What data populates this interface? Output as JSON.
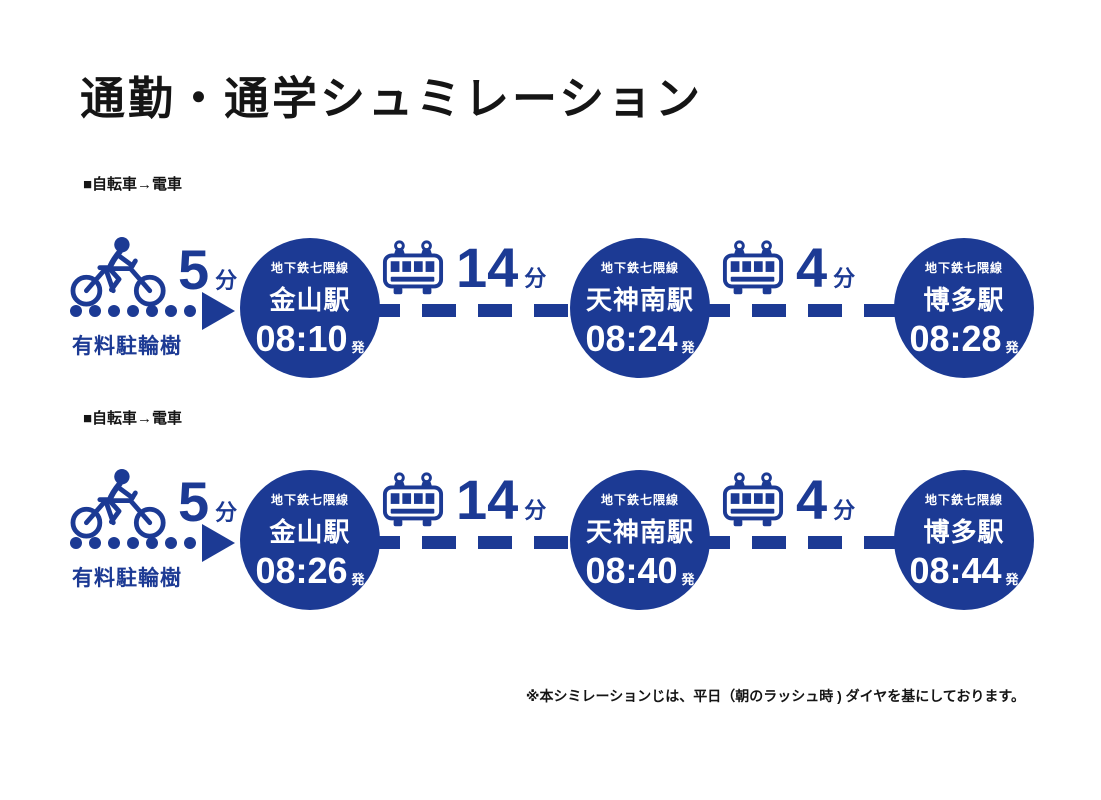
{
  "title": "通勤・通学シュミレーション",
  "colors": {
    "accent_blue": "#1c3a94",
    "text_black": "#151515",
    "background": "#ffffff"
  },
  "icons": {
    "bike": "bicycle-icon",
    "train": "train-icon",
    "arrow": "arrow-right-icon"
  },
  "sections": [
    {
      "label": "■自転車→電車",
      "bike_leg": {
        "value": "5",
        "unit": "分",
        "note": "有料駐輪樹"
      },
      "stations": [
        {
          "line": "地下鉄七隈線",
          "name": "金山駅",
          "time": "08:10",
          "suffix": "発"
        },
        {
          "line": "地下鉄七隈線",
          "name": "天神南駅",
          "time": "08:24",
          "suffix": "発"
        },
        {
          "line": "地下鉄七隈線",
          "name": "博多駅",
          "time": "08:28",
          "suffix": "発"
        }
      ],
      "train_legs": [
        {
          "value": "14",
          "unit": "分"
        },
        {
          "value": "4",
          "unit": "分"
        }
      ]
    },
    {
      "label": "■自転車→電車",
      "bike_leg": {
        "value": "5",
        "unit": "分",
        "note": "有料駐輪樹"
      },
      "stations": [
        {
          "line": "地下鉄七隈線",
          "name": "金山駅",
          "time": "08:26",
          "suffix": "発"
        },
        {
          "line": "地下鉄七隈線",
          "name": "天神南駅",
          "time": "08:40",
          "suffix": "発"
        },
        {
          "line": "地下鉄七隈線",
          "name": "博多駅",
          "time": "08:44",
          "suffix": "発"
        }
      ],
      "train_legs": [
        {
          "value": "14",
          "unit": "分"
        },
        {
          "value": "4",
          "unit": "分"
        }
      ]
    }
  ],
  "footnote": "※本シミレーションじは、平日（朝のラッシュ時 ) ダイヤを基にしております。"
}
